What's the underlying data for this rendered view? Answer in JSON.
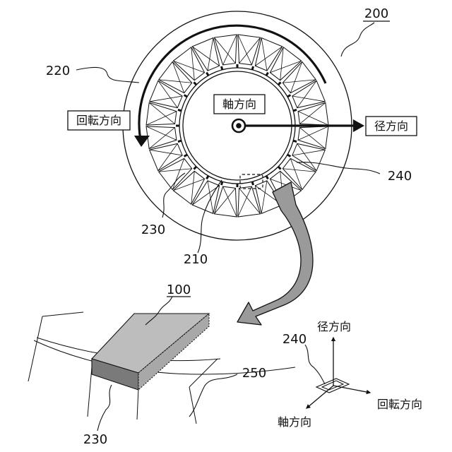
{
  "labels": {
    "ref_200": "200",
    "ref_220": "220",
    "ref_240_top": "240",
    "ref_230_top": "230",
    "ref_210": "210",
    "ref_100": "100",
    "ref_250": "250",
    "ref_230_bottom": "230",
    "ref_240_axes": "240",
    "axial_top": "軸方向",
    "rotation_top": "回転方向",
    "radial_top": "径方向",
    "radial_axes": "径方向",
    "rotation_axes": "回転方向",
    "axial_axes": "軸方向"
  },
  "stator": {
    "slot_count": 24
  },
  "colors": {
    "line": "#111111",
    "magnet_top": "#bdbdbd",
    "magnet_side": "#7a7a7a",
    "arrow_fill": "#9a9a9a"
  }
}
